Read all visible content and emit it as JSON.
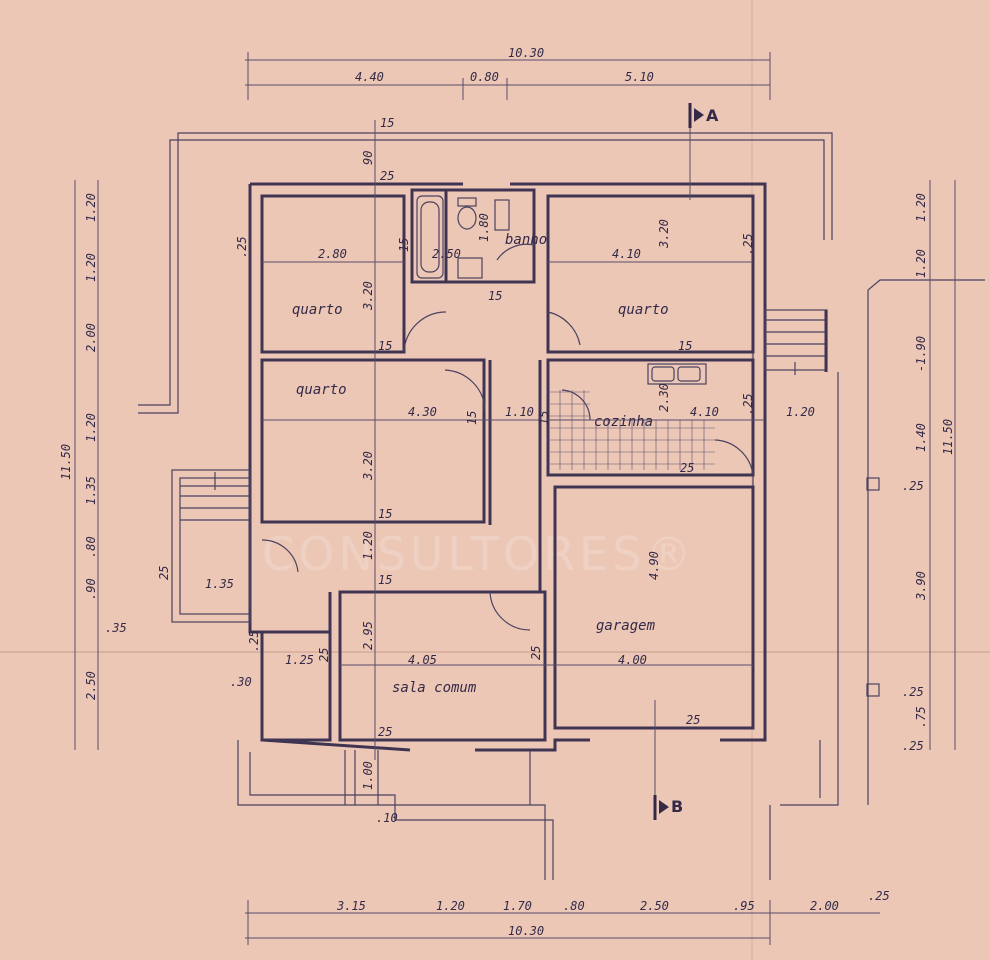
{
  "rooms": {
    "quarto_nw": "quarto",
    "banho": "banho",
    "quarto_ne": "quarto",
    "quarto_w": "quarto",
    "cozinha": "cozinha",
    "garagem": "garagem",
    "sala": "sala comum"
  },
  "sections": {
    "a": "A",
    "b": "B"
  },
  "watermark": "CONSULTORES®",
  "dims_top": {
    "total": "10.30",
    "d1": "4.40",
    "d2": "0.80",
    "d3": "5.10"
  },
  "dims_bottom": {
    "total": "10.30",
    "d1": "3.15",
    "d2": "1.20",
    "d3": "1.70",
    "d4": ".80",
    "d5": "2.50",
    "d6": ".95",
    "d7": "2.00",
    "d8": ".25"
  },
  "dims_left": {
    "total": "11.50",
    "d1": "1.20",
    "d2": "1.20",
    "d3": "2.00",
    "d4": "1.20",
    "d5": "1.35",
    "d6": ".80",
    "d7": ".90",
    "d8": ".35",
    "d9": "2.50"
  },
  "dims_right": {
    "total": "11.50",
    "d1": "1.20",
    "d2": "1.20",
    "d3": "-1.90",
    "d4": "1.40",
    "d5": ".25",
    "d6": "3.90",
    "d7": ".25",
    "d8": ".75",
    "d9": ".25"
  },
  "interior": {
    "t15": "15",
    "t90": "90",
    "t25a": "25",
    "q1w": "2.80",
    "q1h": "3.20",
    "q1s": ".25",
    "q1b": "15",
    "b15": "15",
    "b250": "2.50",
    "b180": "1.80",
    "b15b": "15",
    "q2w": "4.10",
    "q2h": "3.20",
    "q2s": ".25",
    "q2b": "15",
    "q3w": "4.30",
    "q3h": "3.20",
    "q3s": "15",
    "q3b": "15",
    "hall110": "1.10",
    "h15": "15",
    "czw": "4.10",
    "czh": "2.30",
    "cz25": ".25",
    "cz25b": "25",
    "cz120": "1.20",
    "c120": "1.20",
    "c15": "15",
    "s295": "2.95",
    "s405": "4.05",
    "s25": "25",
    "s25b": "25",
    "gw": "4.00",
    "gh": "4.90",
    "g25": "25",
    "w135": "1.35",
    "w25": "25",
    "w125": "1.25",
    "w25b": "25",
    "w25c": ".25",
    "w30": ".30",
    "f100": "1.00",
    "f10": ".10"
  }
}
